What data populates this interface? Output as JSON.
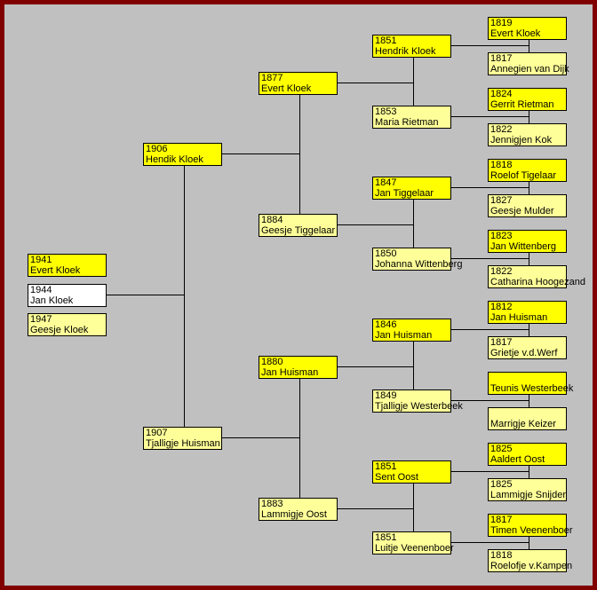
{
  "colors": {
    "male": "#FFFF00",
    "female": "#FFFF99",
    "selected": "#FFFFFF",
    "frame": "#800000",
    "background": "#C0C0C0"
  },
  "siblings": [
    {
      "year": "1941",
      "name": "Evert Kloek",
      "sex": "male"
    },
    {
      "year": "1944",
      "name": "Jan Kloek",
      "sex": "male",
      "selected": true
    },
    {
      "year": "1947",
      "name": "Geesje Kloek",
      "sex": "female"
    }
  ],
  "generations": [
    [
      {
        "year": "1906",
        "name": "Hendik Kloek",
        "sex": "male"
      },
      {
        "year": "1907",
        "name": "Tjalligje Huisman",
        "sex": "female"
      }
    ],
    [
      {
        "year": "1877",
        "name": "Evert Kloek",
        "sex": "male"
      },
      {
        "year": "1884",
        "name": "Geesje Tiggelaar",
        "sex": "female"
      },
      {
        "year": "1880",
        "name": "Jan Huisman",
        "sex": "male"
      },
      {
        "year": "1883",
        "name": "Lammigje Oost",
        "sex": "female"
      }
    ],
    [
      {
        "year": "1851",
        "name": "Hendrik Kloek",
        "sex": "male"
      },
      {
        "year": "1853",
        "name": "Maria Rietman",
        "sex": "female"
      },
      {
        "year": "1847",
        "name": "Jan Tiggelaar",
        "sex": "male"
      },
      {
        "year": "1850",
        "name": "Johanna Wittenberg",
        "sex": "female"
      },
      {
        "year": "1846",
        "name": "Jan Huisman",
        "sex": "male"
      },
      {
        "year": "1849",
        "name": "Tjalligje Westerbeek",
        "sex": "female"
      },
      {
        "year": "1851",
        "name": "Sent Oost",
        "sex": "male"
      },
      {
        "year": "1851",
        "name": "Luitje Veenenboer",
        "sex": "female"
      }
    ],
    [
      {
        "year": "1819",
        "name": "Evert Kloek",
        "sex": "male"
      },
      {
        "year": "1817",
        "name": "Annegien van Dijk",
        "sex": "female"
      },
      {
        "year": "1824",
        "name": "Gerrit Rietman",
        "sex": "male"
      },
      {
        "year": "1822",
        "name": "Jennigjen Kok",
        "sex": "female"
      },
      {
        "year": "1818",
        "name": "Roelof Tigelaar",
        "sex": "male"
      },
      {
        "year": "1827",
        "name": "Geesje Mulder",
        "sex": "female"
      },
      {
        "year": "1823",
        "name": "Jan Wittenberg",
        "sex": "male"
      },
      {
        "year": "1822",
        "name": "Catharina Hoogezand",
        "sex": "female"
      },
      {
        "year": "1812",
        "name": "Jan Huisman",
        "sex": "male"
      },
      {
        "year": "1817",
        "name": "Grietje v.d.Werf",
        "sex": "female"
      },
      {
        "year": "",
        "name": "Teunis Westerbeek",
        "sex": "male"
      },
      {
        "year": "",
        "name": "Marrigje Keizer",
        "sex": "female"
      },
      {
        "year": "1825",
        "name": "Aaldert Oost",
        "sex": "male"
      },
      {
        "year": "1825",
        "name": "Lammigje Snijder",
        "sex": "female"
      },
      {
        "year": "1817",
        "name": "Timen Veenenboer",
        "sex": "male"
      },
      {
        "year": "1818",
        "name": "Roelofje v.Kampen",
        "sex": "female"
      }
    ]
  ]
}
